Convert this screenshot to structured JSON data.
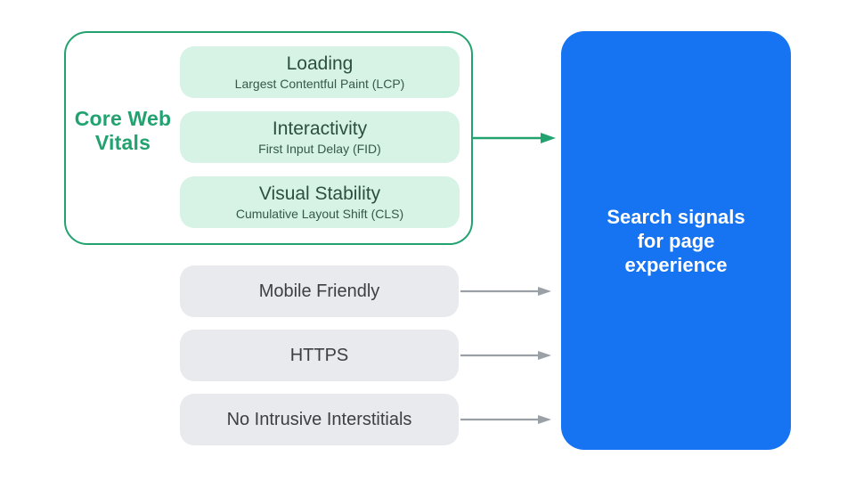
{
  "diagram_title": "Search signals for page experience",
  "colors": {
    "accent_green": "#21A26F",
    "mint_box_bg": "#D6F3E5",
    "dark_green_text": "#2C4F3F",
    "gray_box_bg": "#E8EAED",
    "gray_text": "#3C4043",
    "gray_arrow": "#9AA0A6",
    "blue_panel_bg": "#1673F2",
    "white_text": "#FFFFFF"
  },
  "core_web_vitals": {
    "label": "Core Web Vitals",
    "items": [
      {
        "title": "Loading",
        "subtitle": "Largest Contentful Paint (LCP)"
      },
      {
        "title": "Interactivity",
        "subtitle": "First Input Delay (FID)"
      },
      {
        "title": "Visual Stability",
        "subtitle": "Cumulative Layout Shift (CLS)"
      }
    ]
  },
  "other_signals": [
    {
      "label": "Mobile Friendly"
    },
    {
      "label": "HTTPS"
    },
    {
      "label": "No Intrusive Interstitials"
    }
  ],
  "result": {
    "label": "Search signals for page experience"
  }
}
